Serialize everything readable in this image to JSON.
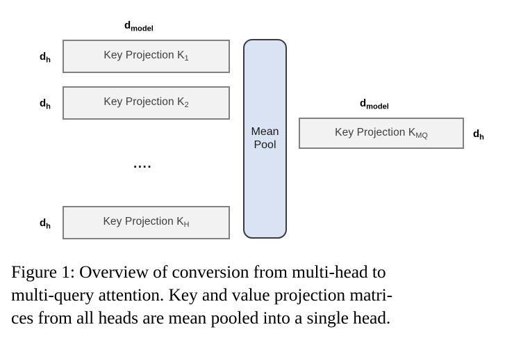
{
  "figure": {
    "background_color": "#ffffff",
    "accent_color": "#dae3f3",
    "box_fill_color": "#f2f2f2",
    "box_border_color": "#808080",
    "meanpool_border_color": "#3a3a42",
    "label_text_color": "#3f3f3f",
    "heads": [
      {
        "id": "k1",
        "label_prefix": "Key Projection K",
        "label_sub": "1",
        "row_dim_label_prefix": "d",
        "row_dim_label_sub": "h"
      },
      {
        "id": "k2",
        "label_prefix": "Key Projection K",
        "label_sub": "2",
        "row_dim_label_prefix": "d",
        "row_dim_label_sub": "h"
      },
      {
        "id": "kh",
        "label_prefix": "Key Projection K",
        "label_sub": "H",
        "row_dim_label_prefix": "d",
        "row_dim_label_sub": "h"
      }
    ],
    "ellipsis": "....",
    "left_width_label": {
      "prefix": "d",
      "sub": "model"
    },
    "meanpool": {
      "line1": "Mean",
      "line2": "Pool"
    },
    "output": {
      "label_prefix": "Key Projection K",
      "label_sub": "MQ",
      "width_label": {
        "prefix": "d",
        "sub": "model"
      },
      "height_label": {
        "prefix": "d",
        "sub": "h"
      }
    }
  },
  "caption": {
    "line1": "Figure 1: Overview of conversion from multi-head to",
    "line2": "multi-query attention. Key and value projection matri-",
    "line3": "ces from all heads are mean pooled into a single head."
  }
}
